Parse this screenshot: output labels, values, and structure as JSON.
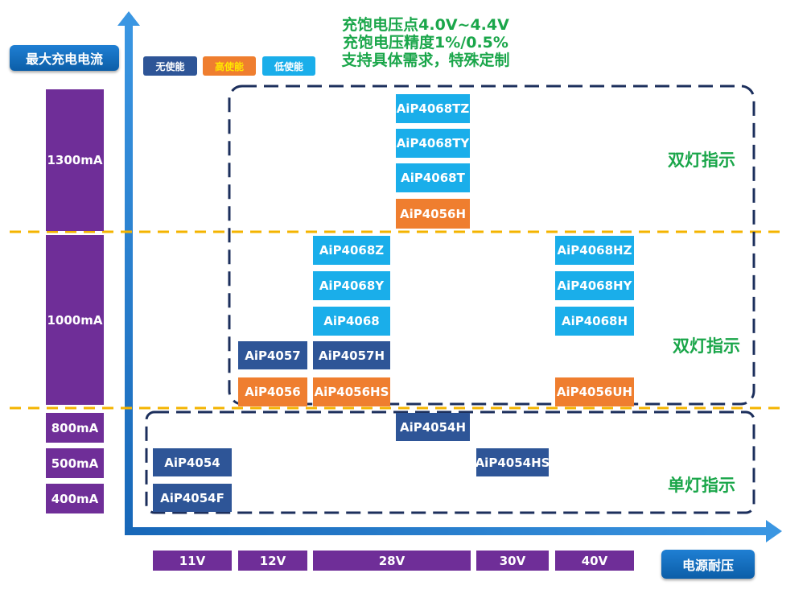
{
  "y_axis_title": "最大充电电流",
  "x_axis_title": "电源耐压",
  "legend": [
    {
      "label": "无使能",
      "color": "#2e5597"
    },
    {
      "label": "高使能",
      "color": "#ef7e2f",
      "text_color": "#ffe600"
    },
    {
      "label": "低使能",
      "color": "#1aaeea"
    }
  ],
  "notes": [
    "充饱电压点4.0V~4.4V",
    "充饱电压精度1%/0.5%",
    "支持具体需求，特殊定制"
  ],
  "current_levels": [
    "1300mA",
    "1000mA",
    "800mA",
    "500mA",
    "400mA"
  ],
  "voltage_levels": [
    "11V",
    "12V",
    "28V",
    "30V",
    "40V"
  ],
  "indicator_labels": {
    "group_1300": "双灯指示",
    "group_1000": "双灯指示",
    "group_single": "单灯指示"
  },
  "chips": {
    "c1300_a": "AiP4068TZ",
    "c1300_b": "AiP4068TY",
    "c1300_c": "AiP4068T",
    "c1300_d": "AiP4056H",
    "c1000_28_a": "AiP4068Z",
    "c1000_28_b": "AiP4068Y",
    "c1000_28_c": "AiP4068",
    "c1000_28_d": "AiP4057H",
    "c1000_28_e": "AiP4056HS",
    "c1000_12_a": "AiP4057",
    "c1000_12_b": "AiP4056",
    "c1000_40_a": "AiP4068HZ",
    "c1000_40_b": "AiP4068HY",
    "c1000_40_c": "AiP4068H",
    "c1000_40_d": "AiP4056UH",
    "c800": "AiP4054H",
    "c500_11": "AiP4054",
    "c500_30": "AiP4054HS",
    "c400": "AiP4054F"
  },
  "colors": {
    "axis": "#1a73c9",
    "current_block": "#6f2e98",
    "no_enable": "#2e5597",
    "high_enable": "#ef7e2f",
    "low_enable": "#1aaeea",
    "separator": "#f4b400",
    "group_border": "#1c2f5c",
    "indicator_text": "#1aa64a"
  }
}
